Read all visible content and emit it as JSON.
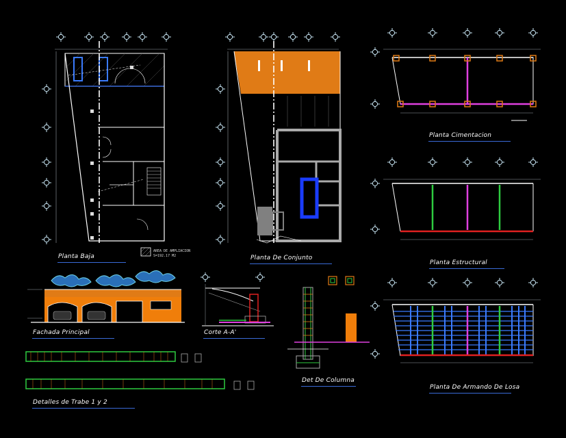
{
  "drawing": {
    "background": "#000000",
    "colors": {
      "axis_marker": "#c8e6f5",
      "wall": "#ffffff",
      "dim_line": "#9aa0a6",
      "roof_orange": "#e07b16",
      "facade_orange": "#f07e0a",
      "beam_green": "#2ecc40",
      "beam_magenta": "#e040e0",
      "beam_red": "#e02020",
      "slab_blue": "#3a7bff",
      "title_underline": "#3a6bd8",
      "concrete_gray": "#808080"
    }
  },
  "titles": {
    "planta_baja": "Planta Baja",
    "planta_conjunto": "Planta De Conjunto",
    "planta_cimentacion": "Planta Cimentacion",
    "planta_estructural": "Planta Estructural",
    "fachada": "Fachada Principal",
    "corte": "Corte A-A'",
    "det_columna": "Det De Columna",
    "planta_armado": "Planta De Armando De Losa",
    "detalles_trabe": "Detalles de Trabe 1 y 2"
  },
  "notes": {
    "area_ampliacion": "AREA DE AMPLIACION",
    "area_value": "S=192.17 M2"
  },
  "icons": {
    "axis_marker": "axis-bubble-icon",
    "car": "car-icon"
  }
}
